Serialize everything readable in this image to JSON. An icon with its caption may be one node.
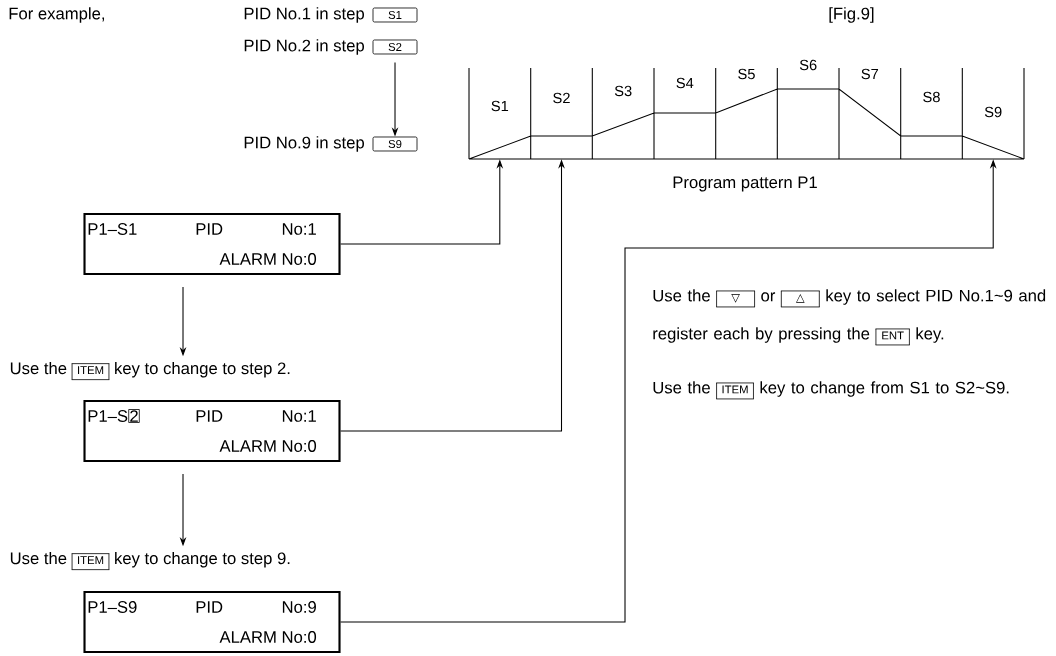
{
  "diagram": {
    "nodes": [
      {
        "text": [
          "S1"
        ]
      },
      {
        "text": [
          "S2"
        ]
      },
      {
        "text": [
          "S9"
        ]
      },
      {
        "text": [
          "S1"
        ]
      },
      {
        "text": [
          "S2"
        ]
      },
      {
        "text": [
          "S3"
        ]
      },
      {
        "text": [
          "S4"
        ]
      },
      {
        "text": [
          "S5"
        ]
      },
      {
        "text": [
          "S6"
        ]
      },
      {
        "text": [
          "S7"
        ]
      },
      {
        "text": [
          "S8"
        ]
      },
      {
        "text": [
          "S9"
        ]
      },
      {
        "text": [
          "P1–S1",
          "PID",
          "No:1",
          "ALARM No:0"
        ]
      },
      {
        "text": [
          "Use the",
          "ITEM",
          "key to change to step 2."
        ]
      },
      {
        "text": [
          "P1–S",
          "PID",
          "No:1",
          "ALARM No:0"
        ]
      },
      {
        "text": [
          "2"
        ],
        "in": 14
      },
      {
        "text": [
          "Use the",
          "ITEM",
          "key to change to step 9."
        ]
      },
      {
        "text": [
          "P1–S9",
          "PID",
          "No:9",
          "ALARM No:0"
        ]
      }
    ],
    "edges": [
      {
        "from": 1,
        "to": 2,
        "arrow": "to"
      },
      {
        "from": 12,
        "to": 3,
        "arrow": "to"
      },
      {
        "from": 14,
        "to": 4,
        "arrow": "to"
      },
      {
        "from": 17,
        "to": 11,
        "arrow": "to"
      },
      {
        "from": 12,
        "to": 13,
        "arrow": "to"
      },
      {
        "from": 14,
        "to": 16,
        "arrow": "to"
      }
    ],
    "labels": [
      "For example,",
      "PID No.1 in step",
      "PID No.2 in step",
      "PID No.9 in step",
      "[Fig.9]",
      "Program pattern P1",
      "Use the",
      "▽",
      "or",
      "△",
      "key to select PID No.1~9 and register each by pressing the",
      "ENT",
      "key.",
      "Use the",
      "ITEM",
      "key to change from S1 to S2~S9."
    ]
  }
}
